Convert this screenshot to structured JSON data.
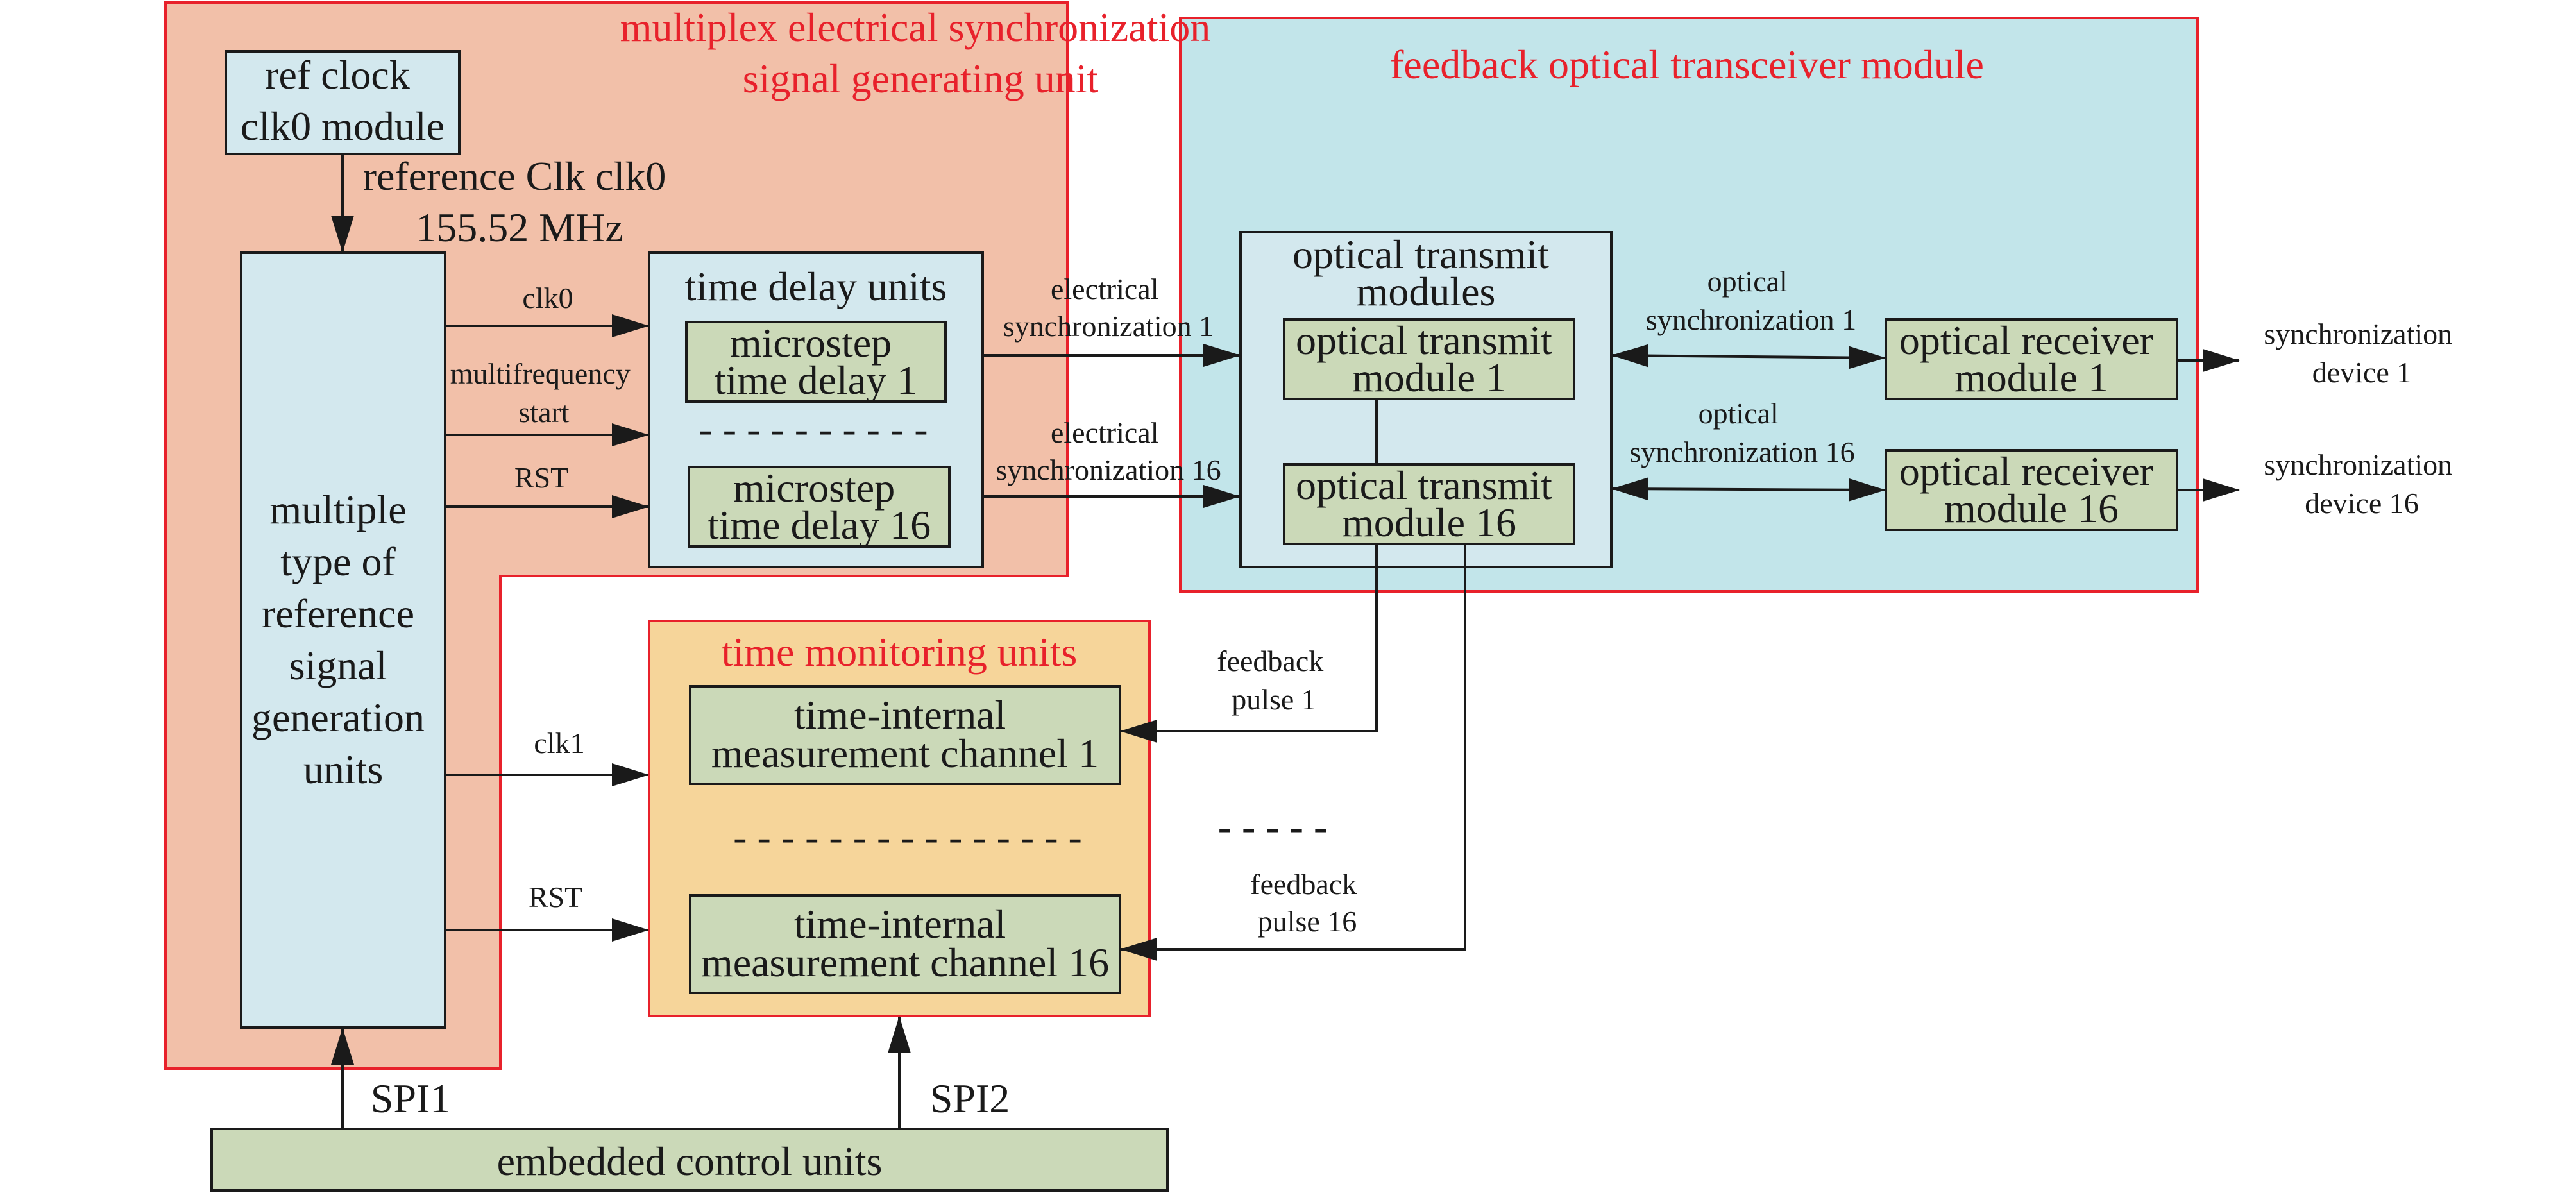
{
  "colors": {
    "multiplex_region": "#f2c0a9",
    "feedback_region": "#c2e5ea",
    "monitoring_region": "#f6d59a",
    "box_blue": "#d3e8ee",
    "box_green": "#cbd9b8",
    "region_border": "#e8212b",
    "line": "#1a1a1a"
  },
  "regions": {
    "multiplex_title": [
      "multiplex electrical synchronization",
      "signal generating unit"
    ],
    "feedback_title": "feedback optical transceiver module",
    "monitoring_title": "time monitoring units"
  },
  "boxes": {
    "ref_clock": [
      "ref clock",
      "clk0 module"
    ],
    "reference_generator": [
      "multiple",
      "type of",
      "reference",
      "signal",
      "generation",
      "units"
    ],
    "time_delay_units_title": "time delay units",
    "microstep_1": [
      "microstep",
      "time delay 1"
    ],
    "microstep_16": [
      "microstep",
      "time delay 16"
    ],
    "delay_dashes": "- - - - - - - - - -",
    "optical_transmit_modules_title": [
      "optical transmit",
      "modules"
    ],
    "optical_transmit_1": [
      "optical transmit",
      "module 1"
    ],
    "optical_transmit_16": [
      "optical transmit",
      "module 16"
    ],
    "optical_receiver_1": [
      "optical receiver",
      "module 1"
    ],
    "optical_receiver_16": [
      "optical receiver",
      "module 16"
    ],
    "measurement_1": [
      "time-internal",
      "measurement channel 1"
    ],
    "measurement_16": [
      "time-internal",
      "measurement channel 16"
    ],
    "measurement_dashes": "- - - - - - - - - - - - - - -",
    "embedded_control": "embedded control units"
  },
  "labels": {
    "reference_clk": [
      "reference Clk clk0",
      "155.52 MHz"
    ],
    "clk0": "clk0",
    "multifrequency_start": [
      "multifrequency",
      "start"
    ],
    "rst_top": "RST",
    "electrical_sync_1": [
      "electrical",
      "synchronization 1"
    ],
    "electrical_sync_16": [
      "electrical",
      "synchronization 16"
    ],
    "optical_sync_1": [
      "optical",
      "synchronization 1"
    ],
    "optical_sync_16": [
      "optical",
      "synchronization 16"
    ],
    "sync_device_1": [
      "synchronization",
      "device 1"
    ],
    "sync_device_16": [
      "synchronization",
      "device 16"
    ],
    "feedback_pulse_1": [
      "feedback",
      "pulse 1"
    ],
    "feedback_pulse_16": [
      "feedback",
      "pulse 16"
    ],
    "feedback_dashes": "- - - - -",
    "clk1": "clk1",
    "rst_bottom": "RST",
    "spi1": "SPI1",
    "spi2": "SPI2"
  }
}
